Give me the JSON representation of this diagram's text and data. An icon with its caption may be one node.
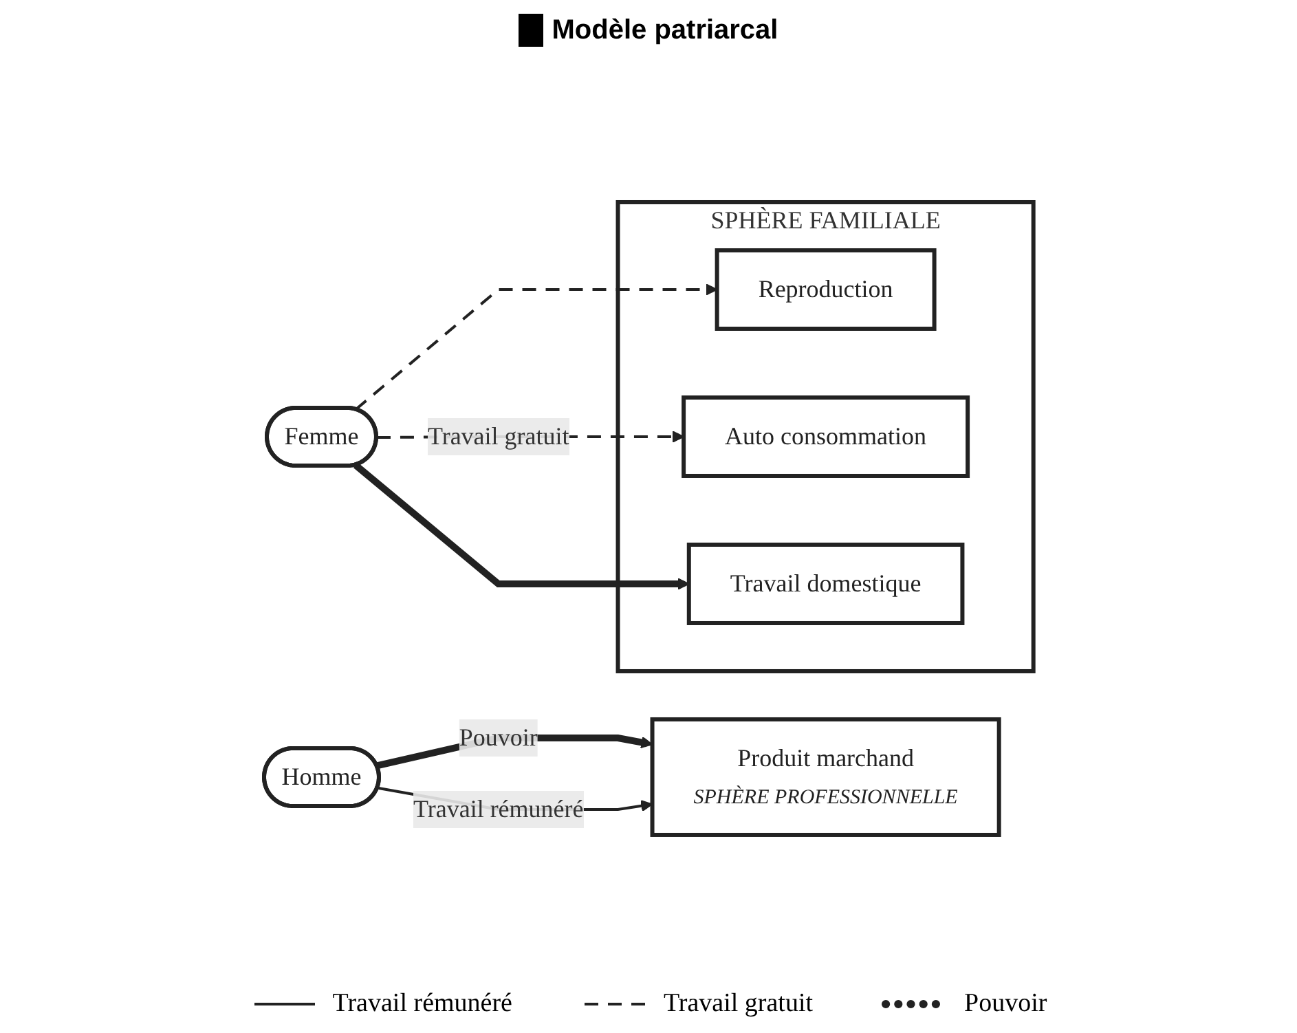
{
  "diagram": {
    "title": "Modèle patriarcal",
    "nodes": [
      {
        "text": [
          "SPHÈRE FAMILIALE"
        ]
      },
      {
        "text": [
          "Reproduction"
        ],
        "in": 0
      },
      {
        "text": [
          "Auto consommation"
        ],
        "in": 0
      },
      {
        "text": [
          "Travail domestique"
        ],
        "in": 0
      },
      {
        "text": [
          "Homme"
        ]
      },
      {
        "text": [
          "Femme"
        ]
      },
      {
        "text": [
          "Produit marchand",
          "SPHÈRE PROFESSIONNELLE"
        ]
      }
    ],
    "edges": [
      {
        "from": 5,
        "to": 1,
        "arrow": "to",
        "style": "dashed"
      },
      {
        "from": 5,
        "to": 2,
        "arrow": "to",
        "style": "dashed",
        "label": "Travail gratuit"
      },
      {
        "from": 5,
        "to": 3,
        "arrow": "to",
        "style": "thick"
      },
      {
        "from": 4,
        "to": 6,
        "arrow": "to",
        "style": "thick",
        "label": "Pouvoir"
      },
      {
        "from": 4,
        "to": 6,
        "arrow": "to",
        "label": "Travail rémunéré"
      }
    ],
    "legend": [
      {
        "text": "Travail rémunéré"
      },
      {
        "text": "Travail gratuit"
      },
      {
        "text": "Pouvoir"
      }
    ]
  }
}
